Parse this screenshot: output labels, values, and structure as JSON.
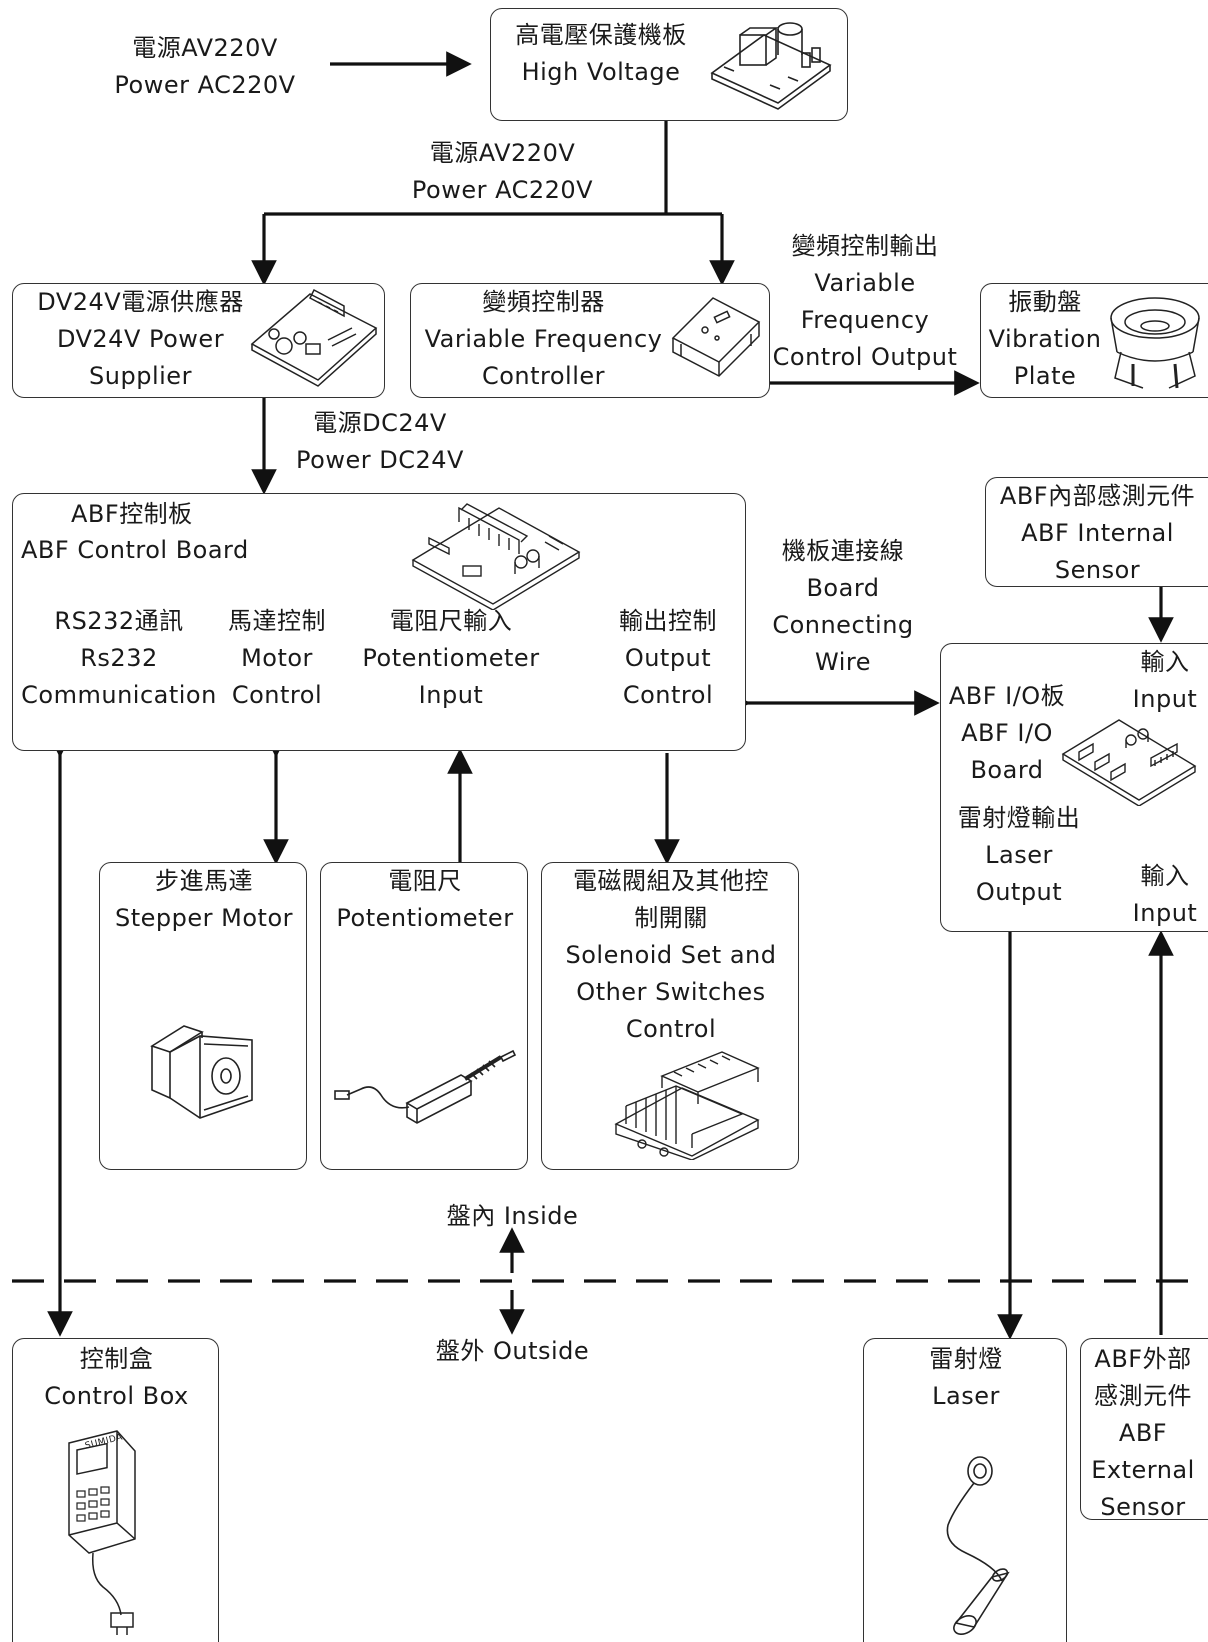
{
  "power_in": {
    "zh": "電源AV220V",
    "en": "Power AC220V"
  },
  "high_voltage": {
    "zh": "高電壓保護機板",
    "en": "High Voltage"
  },
  "power_ac_link": {
    "zh": "電源AV220V",
    "en": "Power AC220V"
  },
  "dc_supply": {
    "l1": "DV24V電源供應器",
    "l2": "DV24V Power",
    "l3": "Supplier"
  },
  "vf_controller": {
    "zh": "變頻控制器",
    "en1": "Variable Frequency",
    "en2": "Controller"
  },
  "vf_output": {
    "zh": "變頻控制輸出",
    "en1": "Variable",
    "en2": "Frequency",
    "en3": "Control Output"
  },
  "vibration_plate": {
    "zh": "振動盤",
    "en1": "Vibration",
    "en2": "Plate"
  },
  "power_dc_link": {
    "zh": "電源DC24V",
    "en": "Power DC24V"
  },
  "control_board": {
    "zh": "ABF控制板",
    "en": "ABF Control Board",
    "sections": [
      {
        "zh": "RS232通訊",
        "en1": "Rs232",
        "en2": "Communication"
      },
      {
        "zh": "馬達控制",
        "en1": "Motor",
        "en2": "Control"
      },
      {
        "zh": "電阻尺輸入",
        "en1": "Potentiometer",
        "en2": "Input"
      },
      {
        "zh": "輸出控制",
        "en1": "Output",
        "en2": "Control"
      }
    ]
  },
  "internal_sensor": {
    "zh": "ABF內部感測元件",
    "en1": "ABF Internal",
    "en2": "Sensor"
  },
  "board_wire": {
    "zh": "機板連接線",
    "en1": "Board",
    "en2": "Connecting",
    "en3": "Wire"
  },
  "io_board": {
    "zh": "ABF  I/O板",
    "en1": "ABF I/O",
    "en2": "Board",
    "input_top": {
      "zh": "輸入",
      "en": "Input"
    },
    "laser_out": {
      "zh": "雷射燈輸出",
      "en1": "Laser",
      "en2": "Output"
    },
    "input_bottom": {
      "zh": "輸入",
      "en": "Input"
    }
  },
  "stepper": {
    "zh": "步進馬達",
    "en": "Stepper Motor"
  },
  "potentiometer": {
    "zh": "電阻尺",
    "en": "Potentiometer"
  },
  "solenoid": {
    "zh1": "電磁閥組及其他控",
    "zh2": "制開關",
    "en1": "Solenoid Set and",
    "en2": "Other Switches",
    "en3": "Control"
  },
  "inside": "盤內 Inside",
  "outside": "盤外 Outside",
  "control_box": {
    "zh": "控制盒",
    "en": "Control Box",
    "brand": "SUMIDA"
  },
  "laser": {
    "zh": "雷射燈",
    "en": "Laser"
  },
  "external_sensor": {
    "zh1": "ABF外部",
    "zh2": "感測元件",
    "en1": "ABF",
    "en2": "External",
    "en3": "Sensor"
  }
}
